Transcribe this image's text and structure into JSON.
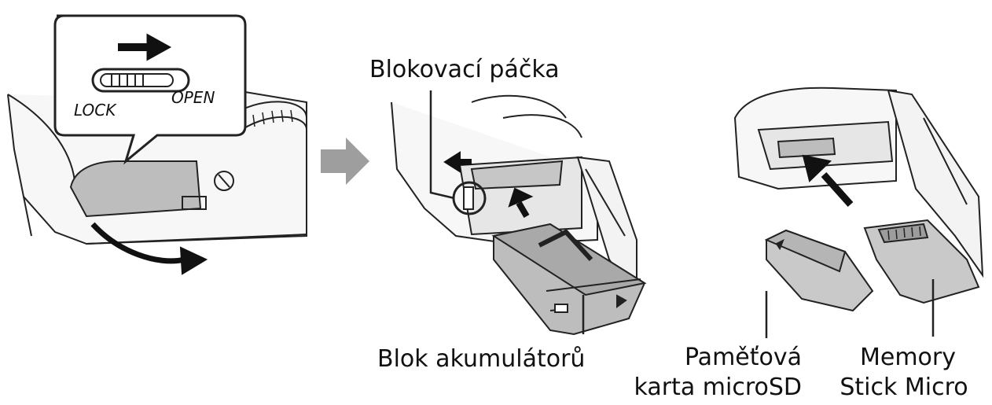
{
  "labels": {
    "lock": "LOCK",
    "open": "OPEN",
    "lever": "Blokovací páčka",
    "battery": "Blok akumulátorů",
    "microsd_line1": "Paměťová",
    "microsd_line2": "karta microSD",
    "msmicro_line1": "Memory",
    "msmicro_line2": "Stick Micro"
  },
  "colors": {
    "line": "#222222",
    "fill_light": "#f3f3f3",
    "fill_battery": "#bdbdbd",
    "fill_card": "#c9c9c9",
    "step_arrow": "#9e9e9e"
  }
}
